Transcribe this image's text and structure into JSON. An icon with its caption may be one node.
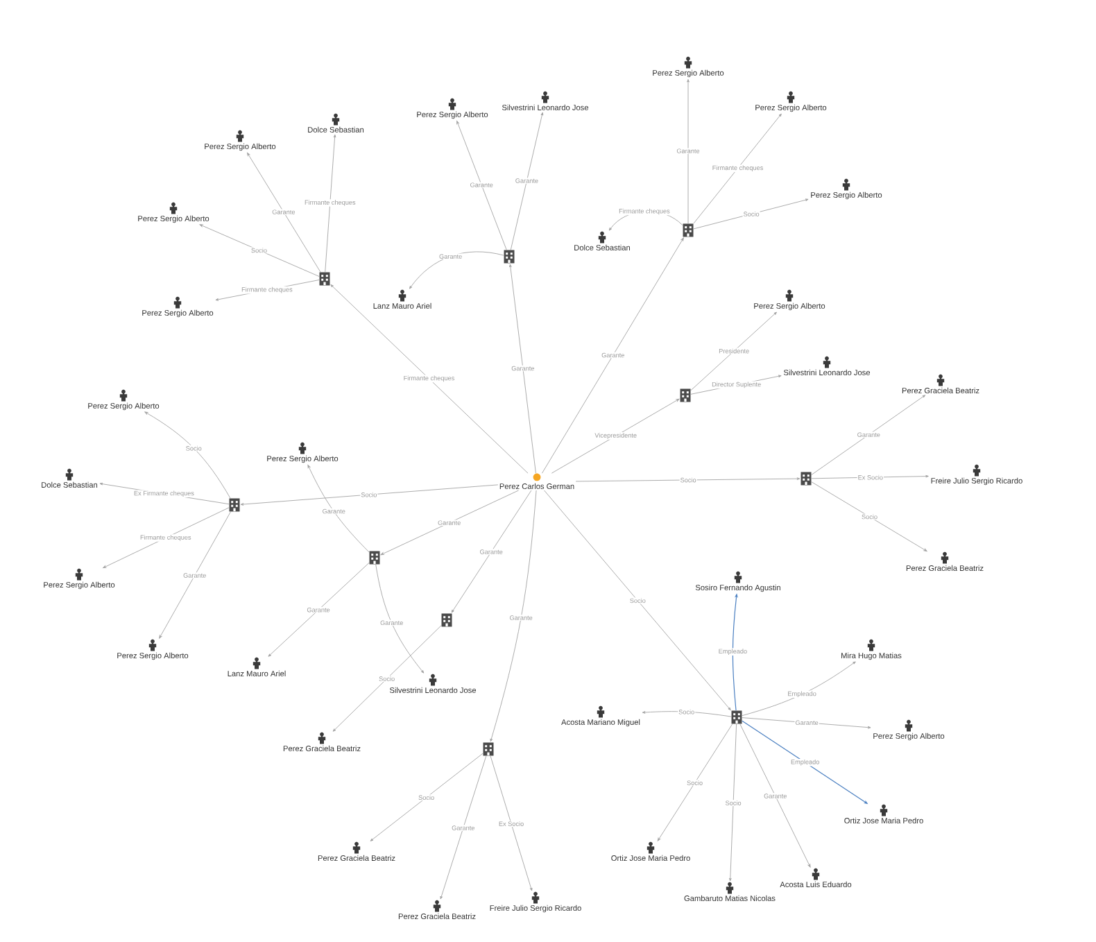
{
  "diagram": {
    "nodes": [
      {
        "text": [
          "Perez Carlos German"
        ]
      },
      {
        "text": [],
        "shape": "building"
      },
      {
        "text": [
          "Perez Sergio Alberto"
        ]
      },
      {
        "text": [
          "Dolce Sebastian"
        ]
      },
      {
        "text": [
          "Perez Sergio Alberto"
        ]
      },
      {
        "text": [
          "Perez Sergio Alberto"
        ]
      },
      {
        "text": [],
        "shape": "building"
      },
      {
        "text": [
          "Perez Sergio Alberto"
        ]
      },
      {
        "text": [
          "Silvestrini Leonardo Jose"
        ]
      },
      {
        "text": [
          "Lanz Mauro Ariel"
        ]
      },
      {
        "text": [],
        "shape": "building"
      },
      {
        "text": [
          "Perez Sergio Alberto"
        ]
      },
      {
        "text": [
          "Perez Sergio Alberto"
        ]
      },
      {
        "text": [
          "Perez Sergio Alberto"
        ]
      },
      {
        "text": [
          "Dolce Sebastian"
        ]
      },
      {
        "text": [],
        "shape": "building"
      },
      {
        "text": [
          "Perez Sergio Alberto"
        ]
      },
      {
        "text": [
          "Silvestrini Leonardo Jose"
        ]
      },
      {
        "text": [],
        "shape": "building"
      },
      {
        "text": [
          "Perez Graciela Beatriz"
        ]
      },
      {
        "text": [
          "Freire Julio Sergio Ricardo"
        ]
      },
      {
        "text": [
          "Perez Graciela Beatriz"
        ]
      },
      {
        "text": [],
        "shape": "building"
      },
      {
        "text": [
          "Perez Sergio Alberto"
        ]
      },
      {
        "text": [
          "Dolce Sebastian"
        ]
      },
      {
        "text": [
          "Perez Sergio Alberto"
        ]
      },
      {
        "text": [
          "Perez Sergio Alberto"
        ]
      },
      {
        "text": [],
        "shape": "building"
      },
      {
        "text": [
          "Perez Sergio Alberto"
        ]
      },
      {
        "text": [
          "Lanz Mauro Ariel"
        ]
      },
      {
        "text": [
          "Silvestrini Leonardo Jose"
        ]
      },
      {
        "text": [],
        "shape": "building"
      },
      {
        "text": [
          "Perez Graciela Beatriz"
        ]
      },
      {
        "text": [],
        "shape": "building"
      },
      {
        "text": [
          "Perez Graciela Beatriz"
        ]
      },
      {
        "text": [
          "Perez Graciela Beatriz"
        ]
      },
      {
        "text": [
          "Freire Julio Sergio Ricardo"
        ]
      },
      {
        "text": [],
        "shape": "building"
      },
      {
        "text": [
          "Sosiro Fernando Agustin"
        ]
      },
      {
        "text": [
          "Mira Hugo Matias"
        ]
      },
      {
        "text": [
          "Acosta Mariano Miguel"
        ]
      },
      {
        "text": [
          "Perez Sergio Alberto"
        ]
      },
      {
        "text": [
          "Ortiz Jose Maria Pedro"
        ]
      },
      {
        "text": [
          "Ortiz Jose Maria Pedro"
        ]
      },
      {
        "text": [
          "Gambaruto Matias Nicolas"
        ]
      },
      {
        "text": [
          "Acosta Luis Eduardo"
        ]
      }
    ],
    "edges": [
      {
        "from": 0,
        "to": 1,
        "arrow": "to",
        "label": "Firmante cheques"
      },
      {
        "from": 1,
        "to": 2,
        "arrow": "to",
        "label": "Garante"
      },
      {
        "from": 1,
        "to": 3,
        "arrow": "to",
        "label": "Firmante cheques"
      },
      {
        "from": 1,
        "to": 4,
        "arrow": "to",
        "label": "Socio"
      },
      {
        "from": 1,
        "to": 5,
        "arrow": "to",
        "label": "Firmante cheques"
      },
      {
        "from": 0,
        "to": 6,
        "arrow": "to",
        "label": "Garante"
      },
      {
        "from": 6,
        "to": 7,
        "arrow": "to",
        "label": "Garante"
      },
      {
        "from": 6,
        "to": 8,
        "arrow": "to",
        "label": "Garante"
      },
      {
        "from": 6,
        "to": 9,
        "arrow": "to",
        "label": "Garante"
      },
      {
        "from": 0,
        "to": 10,
        "arrow": "to",
        "label": "Garante"
      },
      {
        "from": 10,
        "to": 11,
        "arrow": "to",
        "label": "Garante"
      },
      {
        "from": 10,
        "to": 12,
        "arrow": "to",
        "label": "Firmante cheques"
      },
      {
        "from": 10,
        "to": 13,
        "arrow": "to",
        "label": "Socio"
      },
      {
        "from": 10,
        "to": 14,
        "arrow": "to",
        "label": "Firmante cheques"
      },
      {
        "from": 0,
        "to": 15,
        "arrow": "to",
        "label": "Vicepresidente"
      },
      {
        "from": 15,
        "to": 16,
        "arrow": "to",
        "label": "Presidente"
      },
      {
        "from": 15,
        "to": 17,
        "arrow": "to",
        "label": "Director Suplente"
      },
      {
        "from": 0,
        "to": 18,
        "arrow": "to",
        "label": "Socio"
      },
      {
        "from": 18,
        "to": 19,
        "arrow": "to",
        "label": "Garante"
      },
      {
        "from": 18,
        "to": 20,
        "arrow": "to",
        "label": "Ex Socio"
      },
      {
        "from": 18,
        "to": 21,
        "arrow": "to",
        "label": "Socio"
      },
      {
        "from": 0,
        "to": 22,
        "arrow": "to",
        "label": "Socio"
      },
      {
        "from": 22,
        "to": 23,
        "arrow": "to",
        "label": "Socio"
      },
      {
        "from": 22,
        "to": 24,
        "arrow": "to",
        "label": "Ex Firmante cheques"
      },
      {
        "from": 22,
        "to": 25,
        "arrow": "to",
        "label": "Firmante cheques"
      },
      {
        "from": 22,
        "to": 26,
        "arrow": "to",
        "label": "Garante"
      },
      {
        "from": 0,
        "to": 27,
        "arrow": "to",
        "label": "Garante"
      },
      {
        "from": 27,
        "to": 28,
        "arrow": "to",
        "label": "Garante"
      },
      {
        "from": 27,
        "to": 29,
        "arrow": "to",
        "label": "Garante"
      },
      {
        "from": 27,
        "to": 30,
        "arrow": "to",
        "label": "Garante"
      },
      {
        "from": 0,
        "to": 31,
        "arrow": "to",
        "label": "Garante"
      },
      {
        "from": 31,
        "to": 32,
        "arrow": "to",
        "label": "Socio"
      },
      {
        "from": 0,
        "to": 33,
        "arrow": "to",
        "label": "Garante"
      },
      {
        "from": 33,
        "to": 34,
        "arrow": "to",
        "label": "Socio"
      },
      {
        "from": 33,
        "to": 35,
        "arrow": "to",
        "label": "Garante"
      },
      {
        "from": 33,
        "to": 36,
        "arrow": "to",
        "label": "Ex Socio"
      },
      {
        "from": 0,
        "to": 37,
        "arrow": "to",
        "label": "Socio"
      },
      {
        "from": 37,
        "to": 38,
        "arrow": "to",
        "label": "Empleado",
        "color": "#4a7fc1"
      },
      {
        "from": 37,
        "to": 39,
        "arrow": "to",
        "label": "Empleado"
      },
      {
        "from": 37,
        "to": 40,
        "arrow": "to",
        "label": "Socio"
      },
      {
        "from": 37,
        "to": 41,
        "arrow": "to",
        "label": "Garante"
      },
      {
        "from": 37,
        "to": 42,
        "arrow": "to",
        "label": "Empleado",
        "color": "#4a7fc1"
      },
      {
        "from": 37,
        "to": 43,
        "arrow": "to",
        "label": "Socio"
      },
      {
        "from": 37,
        "to": 44,
        "arrow": "to",
        "label": "Socio"
      },
      {
        "from": 37,
        "to": 45,
        "arrow": "to",
        "label": "Garante"
      }
    ]
  }
}
